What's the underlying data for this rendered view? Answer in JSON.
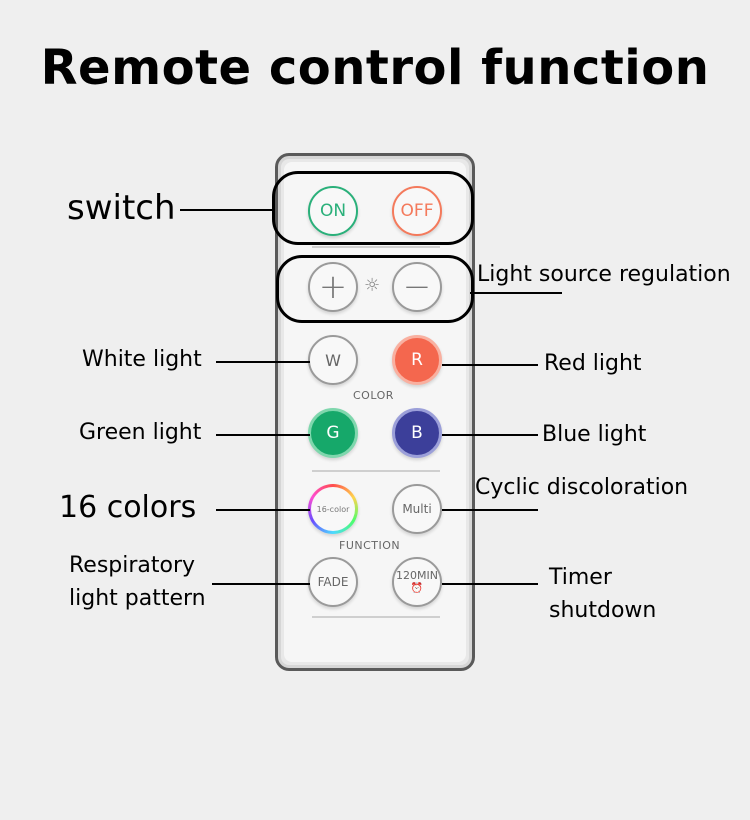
{
  "title": "Remote control function",
  "buttons": {
    "on": "ON",
    "off": "OFF",
    "plus": "+",
    "minus": "−",
    "brightness_symbol": "☼",
    "white": "W",
    "red": "R",
    "green": "G",
    "blue": "B",
    "sixteen_colors": "16-color",
    "multi": "Multi",
    "fade": "FADE",
    "timer": "120MIN",
    "timer_icon": "⏰"
  },
  "section_labels": {
    "color": "COLOR",
    "function": "FUNCTION"
  },
  "callouts": {
    "switch": "switch",
    "light_source_regulation": "Light source regulation",
    "white_light": "White light",
    "red_light": "Red light",
    "green_light": "Green light",
    "blue_light": "Blue light",
    "sixteen_colors": "16 colors",
    "cyclic_discoloration": "Cyclic discoloration",
    "respiratory_line1": "Respiratory",
    "respiratory_line2": "light pattern",
    "timer_line1": "Timer",
    "timer_line2": "shutdown"
  },
  "colors": {
    "on": "#2ab07a",
    "off": "#f47a5c",
    "red": "#f4674e",
    "green": "#16a86a",
    "blue": "#3c3f9a"
  }
}
